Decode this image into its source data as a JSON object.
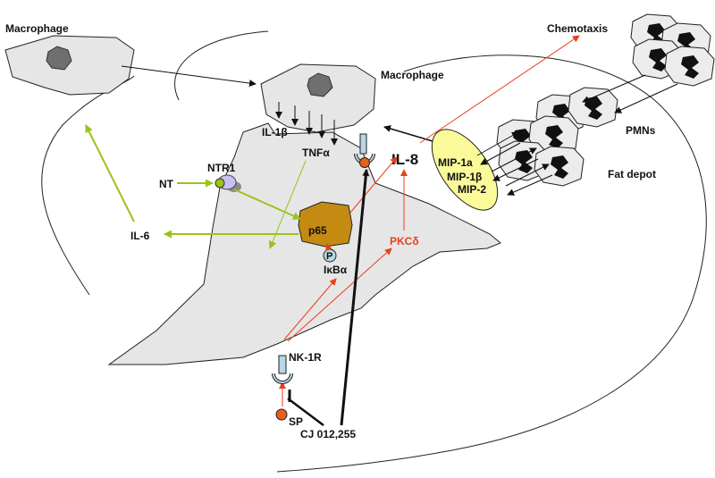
{
  "labels": {
    "macrophage_topleft": "Macrophage",
    "macrophage_center": "Macrophage",
    "chemotaxis": "Chemotaxis",
    "pmns": "PMNs",
    "fat_depot": "Fat depot",
    "il1b": "IL-1β",
    "tnfa": "TNFα",
    "il8": "IL-8",
    "ntr1": "NTR1",
    "nt": "NT",
    "il6": "IL-6",
    "p65": "p65",
    "p": "P",
    "ikba": "IκBα",
    "pkcd": "PKCδ",
    "nk1r": "NK-1R",
    "sp": "SP",
    "cj": "CJ 012,255",
    "mip1a": "MIP-1a",
    "mip1b": "MIP-1β",
    "mip2": "MIP-2"
  },
  "colors": {
    "green": "#9ac31c",
    "red": "#e8401c",
    "cell_fill": "#e6e6e6",
    "nucleus": "#6f6f6f",
    "p65_fill": "#c48a12",
    "mip_fill": "#fafa9a",
    "receptor": "#b7d7e6"
  }
}
